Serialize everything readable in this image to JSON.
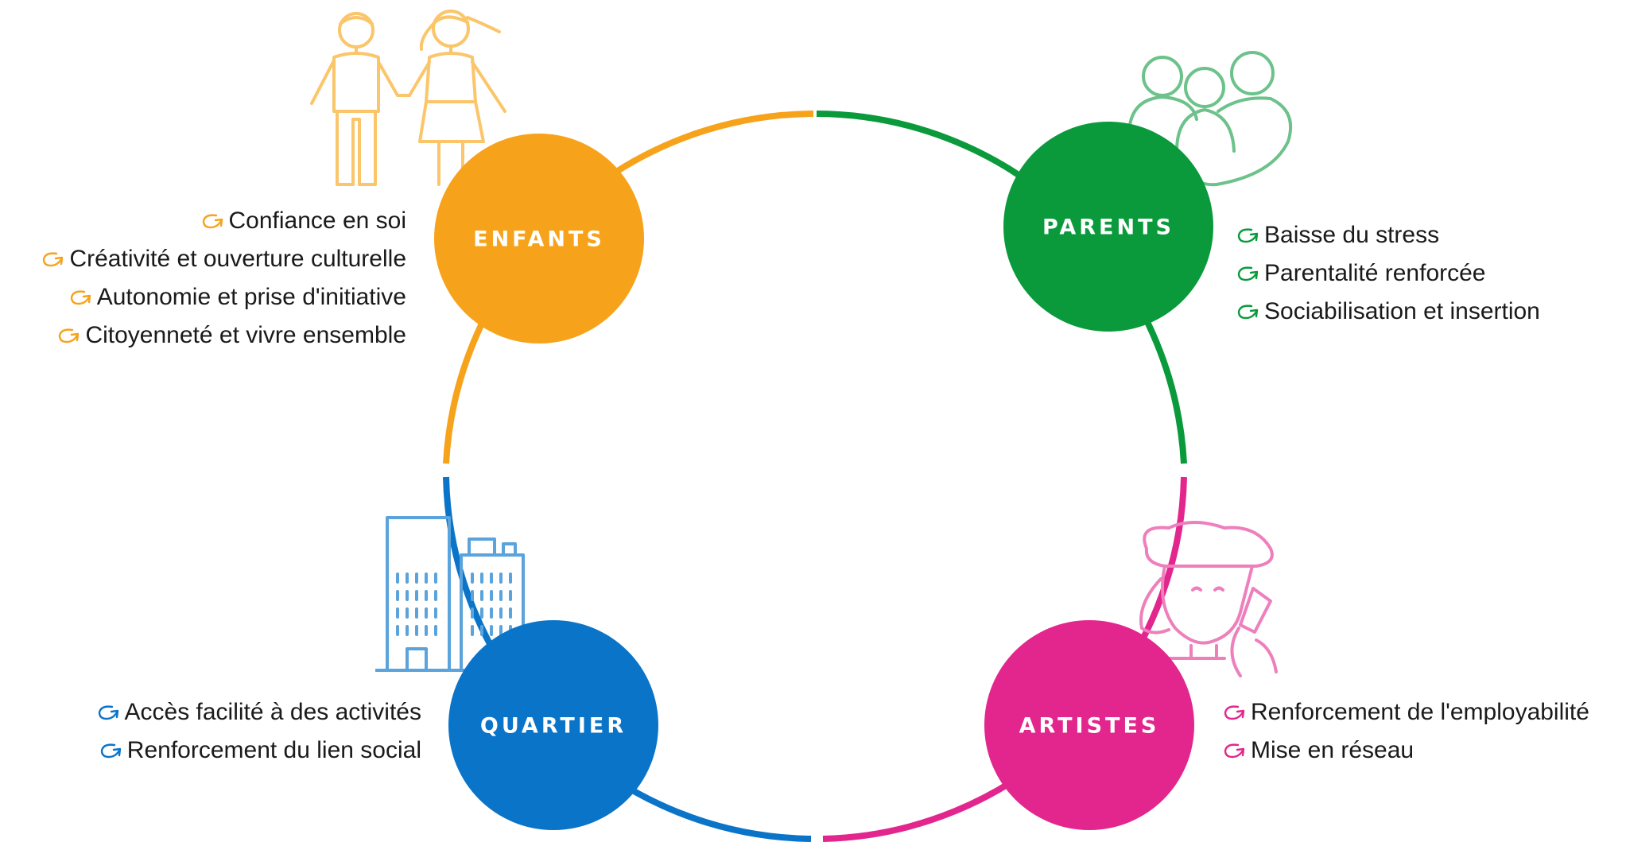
{
  "colors": {
    "enfants": "#f7a21b",
    "enfants_icon": "#fbc56a",
    "parents": "#0a9a3c",
    "parents_icon": "#6cc28a",
    "quartier": "#0a74c9",
    "quartier_icon": "#5aa3dc",
    "artistes": "#e3268d",
    "artistes_icon": "#ee7fbd"
  },
  "groups": {
    "enfants": {
      "label": "ENFANTS",
      "icon": "children-icon",
      "benefits": [
        "Confiance en soi",
        "Créativité et ouverture culturelle",
        "Autonomie et prise d'initiative",
        "Citoyenneté et vivre ensemble"
      ]
    },
    "parents": {
      "label": "PARENTS",
      "icon": "family-icon",
      "benefits": [
        "Baisse du stress",
        "Parentalité renforcée",
        "Sociabilisation et insertion"
      ]
    },
    "quartier": {
      "label": "QUARTIER",
      "icon": "buildings-icon",
      "benefits": [
        "Accès facilité à des activités",
        "Renforcement du lien social"
      ]
    },
    "artistes": {
      "label": "ARTISTES",
      "icon": "artist-icon",
      "benefits": [
        "Renforcement de l'employabilité",
        "Mise en réseau"
      ]
    }
  }
}
